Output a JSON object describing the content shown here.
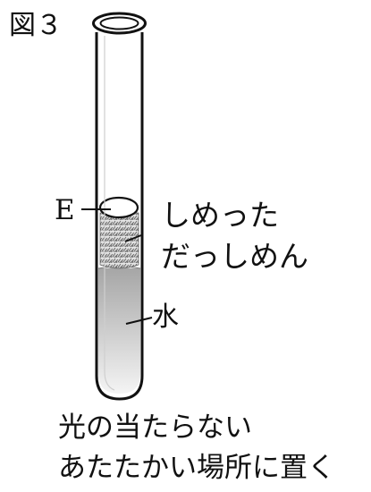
{
  "figure_label": "図３",
  "labels": {
    "e": "E",
    "cotton_line1": "しめった",
    "cotton_line2": "だっしめん",
    "water": "水"
  },
  "caption": {
    "line1": "光の当たらない",
    "line2": "あたたかい場所に置く"
  },
  "colors": {
    "outline": "#111111",
    "water_gradient": [
      "#a9a9a9",
      "#f2f2f2"
    ],
    "cotton": "#d9d9d9",
    "seed": "#ffffff"
  }
}
